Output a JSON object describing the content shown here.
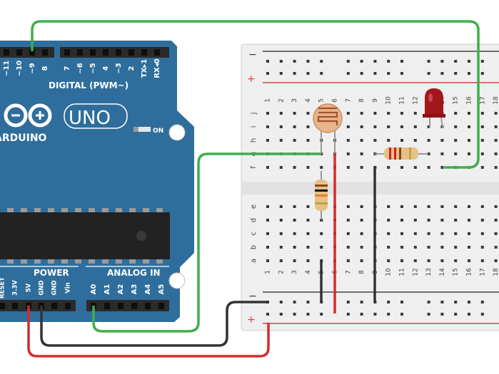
{
  "arduino": {
    "digital_label": "DIGITAL (PWM~)",
    "brand": "ARDUINO",
    "model": "UNO",
    "on_label": "ON",
    "power_label": "POWER",
    "analog_label": "ANALOG IN",
    "digital_pins": [
      "~11",
      "~10",
      "~9",
      "8",
      "7",
      "~6",
      "~5",
      "4",
      "~3",
      "2",
      "TX▸1",
      "RX◂0"
    ],
    "power_pins": [
      "RESET",
      "3.3V",
      "5V",
      "GND",
      "GND",
      "Vin"
    ],
    "analog_pins": [
      "A0",
      "A1",
      "A2",
      "A3",
      "A4",
      "A5"
    ]
  },
  "breadboard": {
    "minus_sign": "−",
    "plus_sign": "+",
    "row_letters_top": [
      "j",
      "i",
      "h",
      "g",
      "f"
    ],
    "row_letters_bottom": [
      "e",
      "d",
      "c",
      "b",
      "a"
    ],
    "column_numbers": [
      "1",
      "2",
      "3",
      "4",
      "5",
      "6",
      "7",
      "8",
      "9",
      "10",
      "11",
      "12",
      "13",
      "14",
      "15",
      "16",
      "17",
      "18"
    ]
  },
  "colors": {
    "board": "#2f6e9c",
    "wire_green": "#3fae49",
    "wire_red": "#d62b2b",
    "wire_black": "#333333",
    "led": "#a3161b",
    "breadboard": "#efefef",
    "rail_red": "#d8404a",
    "rail_blue": "#333333"
  },
  "components": {
    "photoresistor": "photoresistor",
    "resistor_1": "resistor",
    "resistor_2": "resistor",
    "led": "red-led"
  }
}
